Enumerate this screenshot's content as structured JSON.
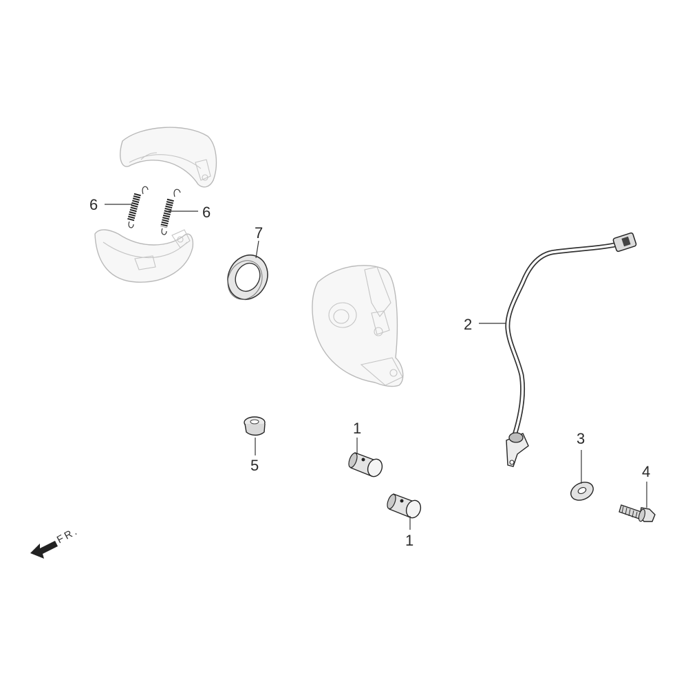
{
  "callouts": {
    "shoe_spring_left": "6",
    "shoe_spring_right": "6",
    "seal": "7",
    "sensor_cable": "2",
    "nut": "5",
    "pin_upper": "1",
    "pin_lower": "1",
    "washer": "3",
    "bolt": "4"
  },
  "direction_label": "FR."
}
